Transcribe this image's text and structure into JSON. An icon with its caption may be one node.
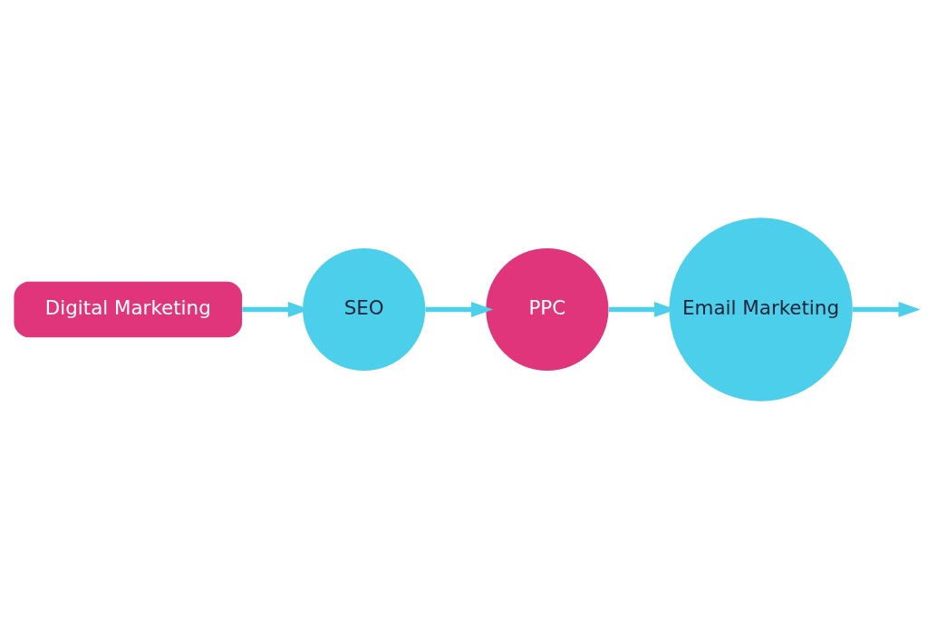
{
  "diagram": {
    "nodes": [
      {
        "text": [
          "Digital Marketing"
        ]
      },
      {
        "text": [
          "SEO"
        ]
      },
      {
        "text": [
          "PPC"
        ]
      },
      {
        "text": [
          "Email Marketing"
        ]
      }
    ],
    "edges": [
      {
        "from": 0,
        "to": 1,
        "arrow": "to"
      },
      {
        "from": 1,
        "to": 2,
        "arrow": "to"
      },
      {
        "from": 2,
        "to": 3,
        "arrow": "to"
      },
      {
        "from": 3,
        "to": null,
        "arrow": "to"
      }
    ]
  }
}
